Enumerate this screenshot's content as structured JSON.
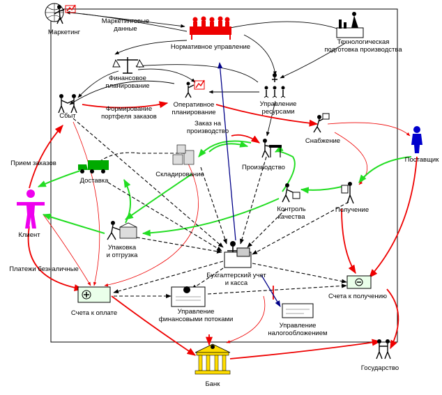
{
  "diagram": {
    "nodes": [
      {
        "id": "marketing",
        "label": "Маркетинг",
        "icon": "globe-person-icon"
      },
      {
        "id": "marketing_data",
        "label": "Маркетинговые\nданные",
        "icon": ""
      },
      {
        "id": "normative",
        "label": "Нормативное управление",
        "icon": "meeting-group-icon"
      },
      {
        "id": "techprep",
        "label": "Технологическая\nподготовка производства",
        "icon": "lab-equipment-icon"
      },
      {
        "id": "finplan",
        "label": "Финансовое\nпланирование",
        "icon": "scales-icon"
      },
      {
        "id": "opplan",
        "label": "Оперативное\nпланирование",
        "icon": "chart-presenter-icon"
      },
      {
        "id": "resources",
        "label": "Управление\nресурсами",
        "icon": "people-group-icon"
      },
      {
        "id": "sales",
        "label": "Сбыт",
        "icon": "handshake-icon"
      },
      {
        "id": "portfolio",
        "label": "Формирование\nпортфеля заказов",
        "icon": ""
      },
      {
        "id": "order_prod",
        "label": "Заказ на\nпроизводство",
        "icon": ""
      },
      {
        "id": "supply",
        "label": "Снабжение",
        "icon": "worker-carry-icon"
      },
      {
        "id": "supplier",
        "label": "Поставщик",
        "icon": "blue-person-icon"
      },
      {
        "id": "order_intake",
        "label": "Прием заказов",
        "icon": ""
      },
      {
        "id": "delivery",
        "label": "Доставка",
        "icon": "truck-icon"
      },
      {
        "id": "warehouse",
        "label": "Складирование",
        "icon": "boxes-icon"
      },
      {
        "id": "production",
        "label": "Производство",
        "icon": "worker-desk-icon"
      },
      {
        "id": "quality",
        "label": "Контроль\nкачества",
        "icon": "inspector-icon"
      },
      {
        "id": "receiving",
        "label": "Получение",
        "icon": "clipboard-person-icon"
      },
      {
        "id": "client",
        "label": "Клиент",
        "icon": "magenta-person-icon"
      },
      {
        "id": "packing",
        "label": "Упаковка\nи отгрузка",
        "icon": "packing-icon"
      },
      {
        "id": "accounting",
        "label": "Бухгалтерский учет\nи касса",
        "icon": "accountant-icon"
      },
      {
        "id": "payments",
        "label": "Платежи безналичные",
        "icon": ""
      },
      {
        "id": "pay_acc",
        "label": "Счета к оплате",
        "icon": "money-bill-icon"
      },
      {
        "id": "finflow",
        "label": "Управление\nфинансовыми потоками",
        "icon": "certificate-icon"
      },
      {
        "id": "receivable",
        "label": "Счета к получению",
        "icon": "money-bill-icon"
      },
      {
        "id": "tax",
        "label": "Управление\nналогообложением",
        "icon": "cheque-icon"
      },
      {
        "id": "bank",
        "label": "Банк",
        "icon": "bank-building-icon"
      },
      {
        "id": "state",
        "label": "Государство",
        "icon": "state-people-icon"
      }
    ],
    "colors": {
      "info": "#000000",
      "red_flow": "#ee0000",
      "green_flow": "#22dd22",
      "blue_flow": "#000088",
      "dashed": "#000000"
    }
  }
}
